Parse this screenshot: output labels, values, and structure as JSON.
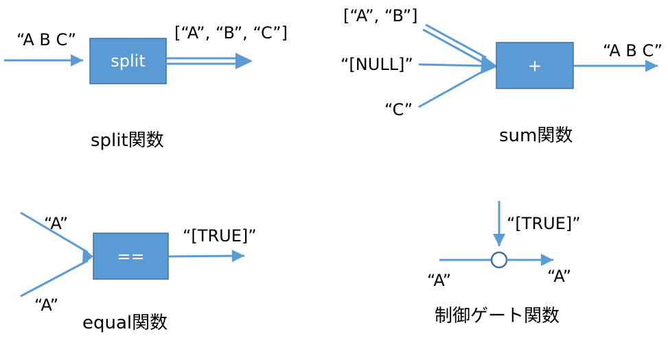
{
  "split": {
    "input_label": "“A B C”",
    "box_label": "split",
    "output_label": "[“A”, “B”, “C”]",
    "caption": "split関数"
  },
  "sum": {
    "input_labels": [
      "[“A”, “B”]",
      "“[NULL]”",
      "“C”"
    ],
    "box_label": "+",
    "output_label": "“A B C”",
    "caption": "sum関数"
  },
  "equal": {
    "input_labels": [
      "“A”",
      "“A”"
    ],
    "box_label": "==",
    "output_label": "“[TRUE]”",
    "caption": "equal関数"
  },
  "gate": {
    "control_label": "“[TRUE]”",
    "input_label": "“A”",
    "output_label": "“A”",
    "caption": "制御ゲート関数"
  },
  "colors": {
    "accent": "#5B9BD5",
    "box_border": "#41719C",
    "box_text": "#FFFFFF",
    "label_text": "#000000"
  }
}
